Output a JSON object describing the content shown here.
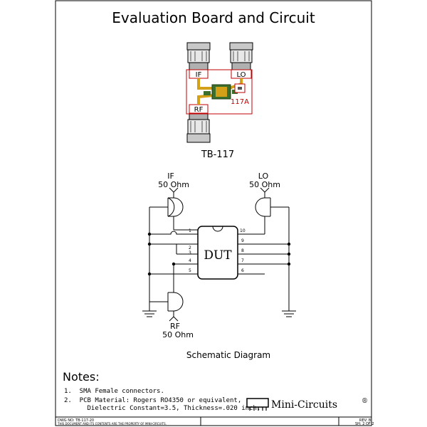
{
  "title": "Evaluation Board and Circuit",
  "board": {
    "name": "TB-117",
    "silkscreen_part": "117A",
    "port_labels": {
      "if": "IF",
      "lo": "LO",
      "rf": "RF"
    }
  },
  "schematic": {
    "caption": "Schematic Diagram",
    "dut_label": "DUT",
    "ports": {
      "if": {
        "name": "IF",
        "impedance": "50 Ohm"
      },
      "lo": {
        "name": "LO",
        "impedance": "50 Ohm"
      },
      "rf": {
        "name": "RF",
        "impedance": "50 Ohm"
      }
    },
    "left_pins": [
      "1",
      "2",
      "3",
      "4",
      "5"
    ],
    "right_pins": [
      "10",
      "9",
      "8",
      "7",
      "6"
    ]
  },
  "notes": {
    "heading": "Notes:",
    "items": [
      "1.  SMA Female connectors.",
      "2.  PCB Material: Rogers RO4350 or equivalent,",
      "      Dielectric Constant=3.5, Thickness=.020 inch."
    ]
  },
  "logo_text": "Mini-Circuits",
  "logo_mark": "®",
  "title_block": {
    "dwg_no": "DWG NO: TB-117-20",
    "proprietary": "THIS DOCUMENT AND ITS CONTENTS ARE THE PROPERTY OF MINI-CIRCUITS.",
    "rev": "REV: B",
    "sheet": "SH: 2  OF  2"
  },
  "colors": {
    "trace": "#c00000",
    "pcb_green": "#3c6e2c",
    "pcb_gold": "#d4a017"
  }
}
